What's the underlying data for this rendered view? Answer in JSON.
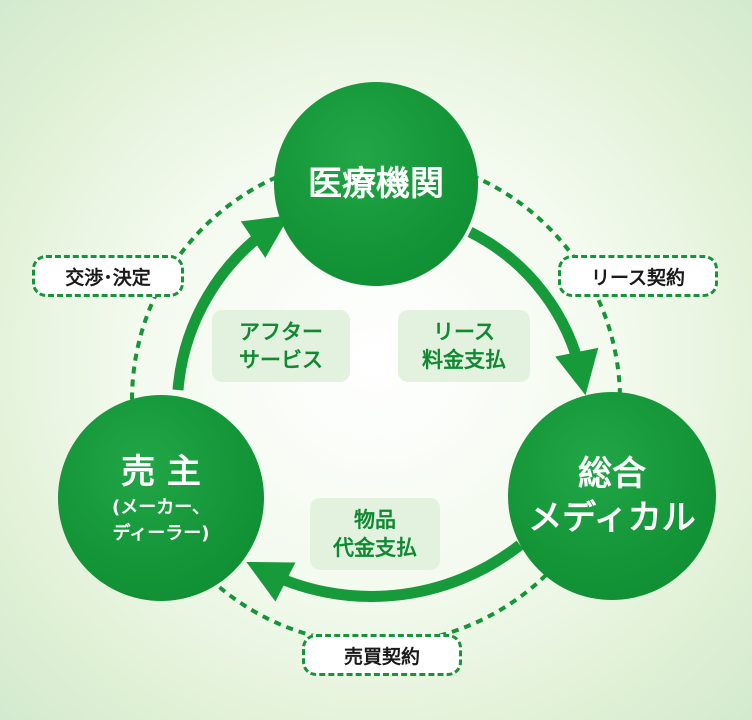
{
  "nodes": {
    "medical": {
      "label": "医療機関"
    },
    "sogo": {
      "line1": "総合",
      "line2": "メディカル"
    },
    "seller": {
      "label": "売 主",
      "sub_line1": "(メーカー、",
      "sub_line2": "ディーラー)"
    }
  },
  "contracts": {
    "negotiation": "交渉･決定",
    "lease_contract": "リース契約",
    "sales_contract": "売買契約"
  },
  "flows": {
    "lease_fee": {
      "line1": "リース",
      "line2": "料金支払"
    },
    "goods_payment": {
      "line1": "物品",
      "line2": "代金支払"
    },
    "after_service": {
      "line1": "アフター",
      "line2": "サービス"
    }
  },
  "colors": {
    "node_green": "#139437",
    "arrow_green": "#169a3a",
    "dashed_border": "#149536",
    "flow_text": "#0f8a33",
    "flow_box": "#e3f2de"
  }
}
